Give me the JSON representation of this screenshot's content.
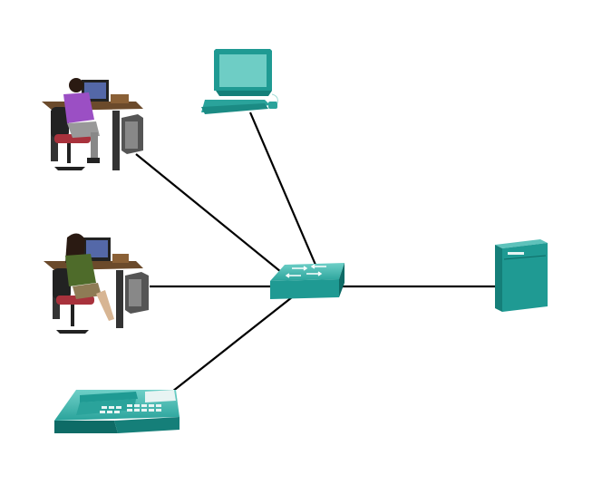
{
  "diagram": {
    "devices": [
      {
        "id": "pc",
        "icon": "desktop-pc-icon",
        "label": ""
      },
      {
        "id": "user1",
        "icon": "user-workstation-male-icon",
        "label": ""
      },
      {
        "id": "user2",
        "icon": "user-workstation-female-icon",
        "label": ""
      },
      {
        "id": "phone",
        "icon": "ip-phone-icon",
        "label": ""
      },
      {
        "id": "switch",
        "icon": "switch-icon",
        "label": ""
      },
      {
        "id": "server",
        "icon": "server-icon",
        "label": ""
      }
    ],
    "links": [
      {
        "from": "pc",
        "to": "switch"
      },
      {
        "from": "user1",
        "to": "switch"
      },
      {
        "from": "user2",
        "to": "switch"
      },
      {
        "from": "phone",
        "to": "switch"
      },
      {
        "from": "switch",
        "to": "server"
      }
    ]
  },
  "colors": {
    "device": "#1f9a93",
    "device_light": "#5ec2bb",
    "device_dark": "#0e6b66",
    "link": "#000000",
    "shirt_male": "#9b4fc4",
    "shirt_female": "#4e6b2a",
    "chair": "#a8323c",
    "desk": "#6b4a2b"
  }
}
